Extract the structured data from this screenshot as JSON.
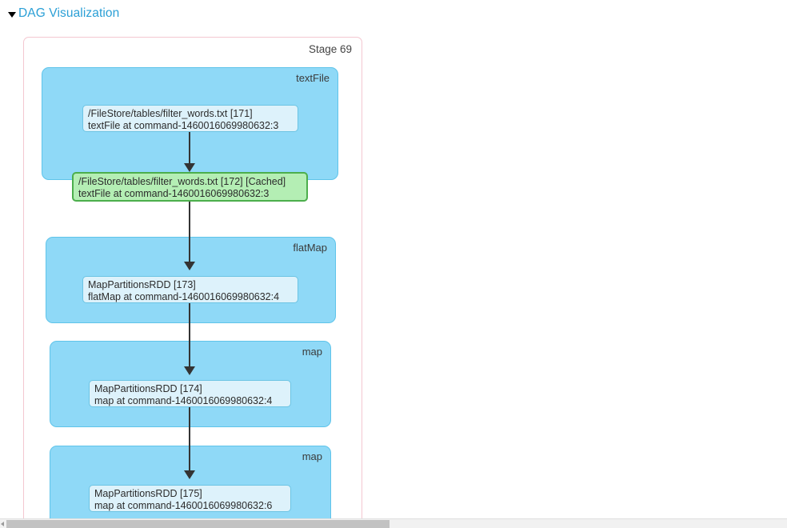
{
  "header": {
    "toggle_icon": "caret-down-icon",
    "label": "DAG Visualization"
  },
  "stage": {
    "label": "Stage 69",
    "border_color": "#f4c7d0"
  },
  "colors": {
    "cluster_fill": "#8fd9f7",
    "cluster_border": "#5fc4ea",
    "node_fill": "#ddf2fb",
    "node_border": "#6cc4e3",
    "cached_fill": "#b4eeb4",
    "cached_border": "#4cae4c",
    "edge": "#333333",
    "link_text": "#2a9fd6"
  },
  "clusters": [
    {
      "name": "textFile",
      "nodes": [
        {
          "line1": "/FileStore/tables/filter_words.txt [171]",
          "line2": "textFile at command-1460016069980632:3",
          "cached": false
        },
        {
          "line1": "/FileStore/tables/filter_words.txt [172] [Cached]",
          "line2": "textFile at command-1460016069980632:3",
          "cached": true
        }
      ]
    },
    {
      "name": "flatMap",
      "nodes": [
        {
          "line1": "MapPartitionsRDD [173]",
          "line2": "flatMap at command-1460016069980632:4",
          "cached": false
        }
      ]
    },
    {
      "name": "map",
      "nodes": [
        {
          "line1": "MapPartitionsRDD [174]",
          "line2": "map at command-1460016069980632:4",
          "cached": false
        }
      ]
    },
    {
      "name": "map",
      "nodes": [
        {
          "line1": "MapPartitionsRDD [175]",
          "line2": "map at command-1460016069980632:6",
          "cached": false
        }
      ]
    }
  ],
  "scrollbar": {
    "orientation": "horizontal",
    "left_arrow_icon": "triangle-left-icon"
  }
}
